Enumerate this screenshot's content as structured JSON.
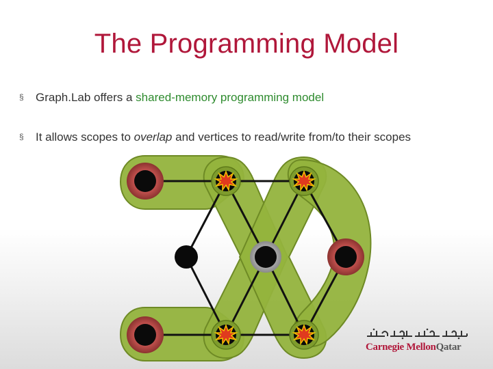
{
  "slide": {
    "title": "The Programming Model",
    "bullets": [
      {
        "marker": "§",
        "prefix": "Graph.Lab offers a ",
        "highlight": "shared-memory programming model",
        "highlight_color": "#2e8b2e"
      },
      {
        "marker": "§",
        "prefix": "It allows scopes to ",
        "italic": "overlap",
        "suffix": " and vertices to read/write from/to their scopes"
      }
    ],
    "logo": {
      "arabic_text": "جامعة كارنيجي ميلون في قطر",
      "name_primary": "Carnegie Mellon",
      "name_secondary": "Qatar"
    }
  },
  "colors": {
    "title": "#b0173a",
    "scope_green": "#93b33d",
    "scope_dark": "#6e8a25",
    "vertex_ring": "#c0504d",
    "explosion": "#f2c200"
  },
  "icons": {
    "bullet": "section-sign",
    "explosion": "explosion-burst-icon"
  }
}
